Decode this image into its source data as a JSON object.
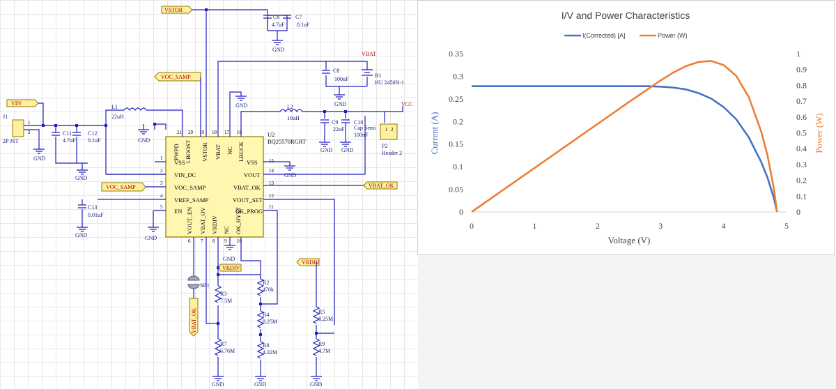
{
  "schematic": {
    "nets": {
      "vstor": "VSTOR",
      "voc_samp": "VOC_SAMP",
      "vin": "VIN",
      "vbat": "VBAT",
      "vcc": "VCC",
      "voc_samp2": "VOC_SAMP",
      "vbat_ok": "VBAT_OK",
      "vrdiv": "VRDIV",
      "vrdiv2": "VRDIV",
      "vbat_ok2": "VBAT_OK"
    },
    "gnd": "GND",
    "components": {
      "c6": "C6",
      "c6v": "4.7uF",
      "c7": "C7",
      "c7v": "0.1uF",
      "c8": "C8",
      "c8v": "100uF",
      "b1": "B1",
      "b1v": "HU 2450N-1",
      "l1": "L1",
      "l1v": "22uH",
      "l2": "L2",
      "l2v": "10uH",
      "c9": "C9",
      "c9v": "22uF",
      "c10": "C10",
      "c10v": "Cap Semi",
      "c10v2": "100nF",
      "p2": "P2",
      "p2v": "Header 2",
      "j1": "J1",
      "j1v": "2P JST",
      "c11": "C11",
      "c11v": "4.7uF",
      "c12": "C12",
      "c12v": "0.1uF",
      "c13": "C13",
      "c13v": "0.01uF",
      "u2": "U2",
      "u2v": "BQ25570RGRT",
      "sb1": "SB1",
      "r2": "R2",
      "r2v": "470k",
      "r3": "R3",
      "r3v": "7.5M",
      "r4": "R4",
      "r4v": "8.25M",
      "r5": "R5",
      "r5v": "8.25M",
      "r7": "R7",
      "r7v": "5.76M",
      "r8": "R8",
      "r8v": "4.32M",
      "r9": "R9",
      "r9v": "4.7M"
    },
    "ic_pins": {
      "vss": "VSS",
      "vin_dc": "VIN_DC",
      "voc_samp": "VOC_SAMP",
      "vref_samp": "VREF_SAMP",
      "en": "EN",
      "vss_r": "VSS",
      "vout": "VOUT",
      "vbat_ok": "VBAT_OK",
      "vout_set": "VOUT_SET",
      "ok_prog": "OK_PROG",
      "lboost": "LBOOST",
      "vstor": "VSTOR",
      "vbat": "VBAT",
      "nc": "NC",
      "lbuck": "LBUCK",
      "vout_en": "VOUT_EN",
      "vbat_ov": "VBAT_OV",
      "vrdiv": "VRDIV",
      "nc2": "NC",
      "ok_hyst": "OK_HYST",
      "pwpd": "PWPD"
    },
    "pin_numbers": {
      "p1": "1",
      "p2": "2",
      "p3": "3",
      "p4": "4",
      "p5": "5",
      "p15": "15",
      "p14": "14",
      "p13": "13",
      "p12": "12",
      "p11": "11",
      "p21": "21",
      "p20": "20",
      "p19": "19",
      "p18": "18",
      "p17": "17",
      "p16": "16",
      "p6": "6",
      "p7": "7",
      "p8": "8",
      "p9": "9",
      "p10": "10",
      "j1_1": "1",
      "j1_2": "2",
      "p2_1": "1",
      "p2_2": "2"
    }
  },
  "chart_data": {
    "type": "line",
    "title": "I/V and Power Characteristics",
    "xlabel": "Voltage  (V)",
    "ylabel_left": "Current  (A)",
    "ylabel_right": "Power (W)",
    "xlim": [
      0,
      5
    ],
    "ylim_left": [
      0,
      0.35
    ],
    "ylim_right": [
      0,
      1
    ],
    "x_ticks": [
      "0",
      "1",
      "2",
      "3",
      "4",
      "5"
    ],
    "y_left_ticks": [
      "0",
      "0.05",
      "0.1",
      "0.15",
      "0.2",
      "0.25",
      "0.3",
      "0.35"
    ],
    "y_right_ticks": [
      "0",
      "0.1",
      "0.2",
      "0.3",
      "0.4",
      "0.5",
      "0.6",
      "0.7",
      "0.8",
      "0.9",
      "1"
    ],
    "legend_position": "top",
    "grid": false,
    "series": [
      {
        "name": "I(Corrected) [A]",
        "axis": "left",
        "color": "#4472c4",
        "x": [
          0,
          0.5,
          1,
          1.5,
          2,
          2.5,
          2.8,
          3.0,
          3.2,
          3.4,
          3.6,
          3.8,
          4.0,
          4.2,
          4.4,
          4.6,
          4.7,
          4.8,
          4.85
        ],
        "y": [
          0.278,
          0.278,
          0.278,
          0.278,
          0.278,
          0.278,
          0.278,
          0.277,
          0.275,
          0.271,
          0.263,
          0.251,
          0.232,
          0.205,
          0.165,
          0.11,
          0.075,
          0.03,
          0.0
        ]
      },
      {
        "name": "Power (W)",
        "axis": "right",
        "color": "#ed7d31",
        "x": [
          0,
          0.5,
          1,
          1.5,
          2,
          2.5,
          3.0,
          3.2,
          3.4,
          3.6,
          3.8,
          4.0,
          4.2,
          4.4,
          4.6,
          4.7,
          4.8,
          4.85
        ],
        "y": [
          0.0,
          0.139,
          0.278,
          0.417,
          0.556,
          0.695,
          0.831,
          0.88,
          0.921,
          0.947,
          0.954,
          0.928,
          0.861,
          0.726,
          0.506,
          0.352,
          0.144,
          0.0
        ]
      }
    ]
  }
}
